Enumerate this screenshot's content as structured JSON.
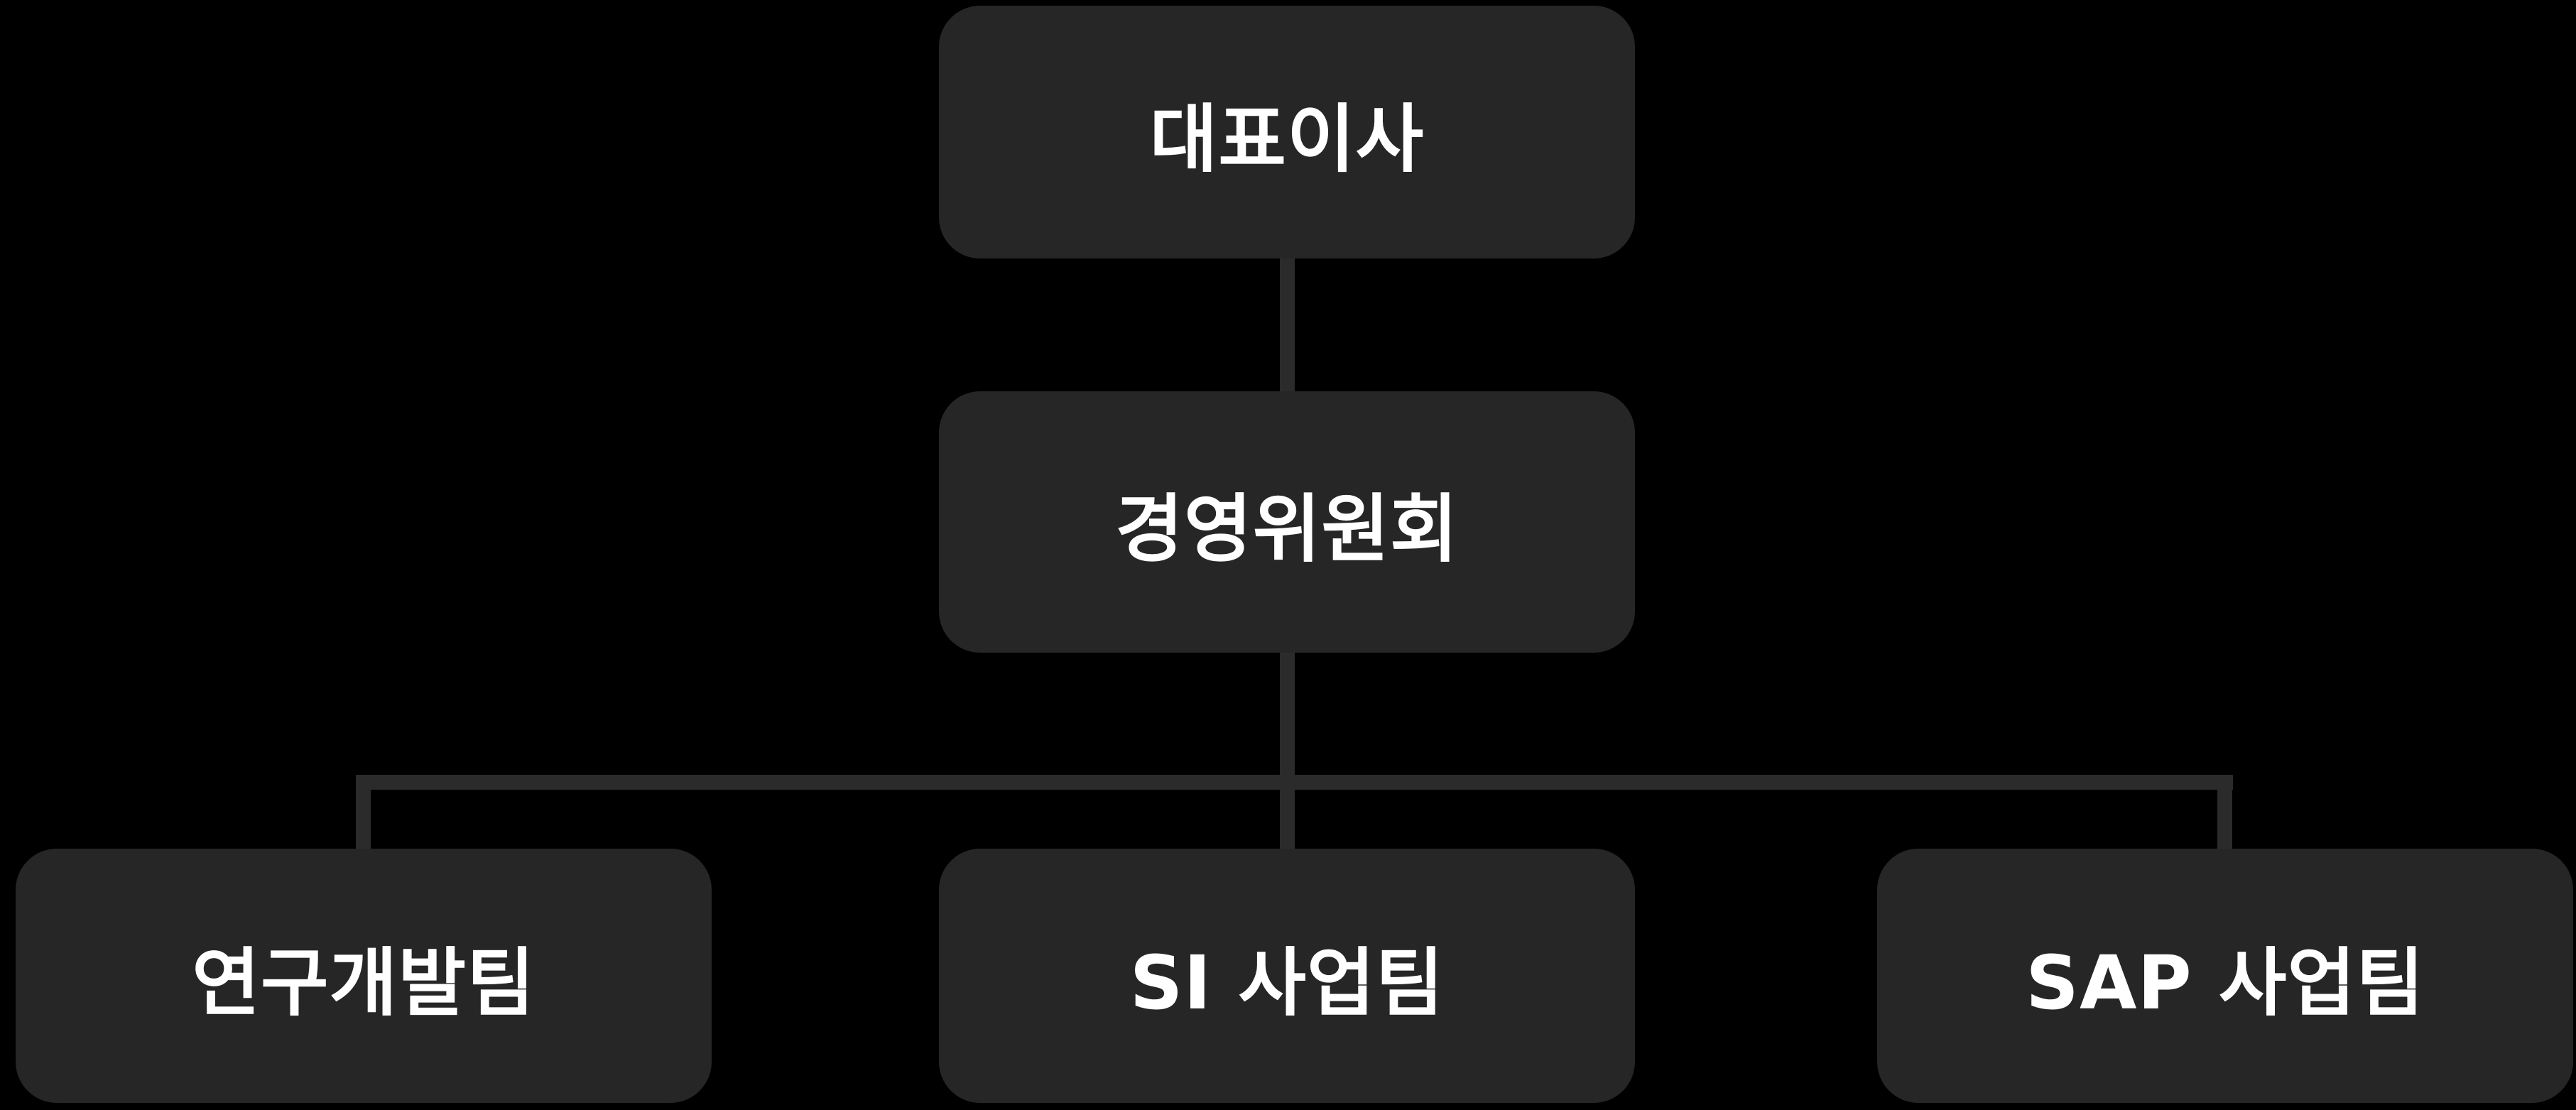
{
  "diagram": {
    "type": "org-chart",
    "nodes": {
      "ceo": {
        "label": "대표이사"
      },
      "committee": {
        "label": "경영위원회"
      },
      "team1": {
        "label": "연구개발팀"
      },
      "team2": {
        "label": "SI 사업팀"
      },
      "team3": {
        "label": "SAP 사업팀"
      }
    },
    "edges": [
      {
        "from": "대표이사",
        "to": "경영위원회"
      },
      {
        "from": "경영위원회",
        "to": "연구개발팀"
      },
      {
        "from": "경영위원회",
        "to": "SI 사업팀"
      },
      {
        "from": "경영위원회",
        "to": "SAP 사업팀"
      }
    ],
    "colors": {
      "background": "#000000",
      "node_fill": "#262626",
      "edge_line": "#2b2b2b",
      "text": "#ffffff"
    }
  }
}
